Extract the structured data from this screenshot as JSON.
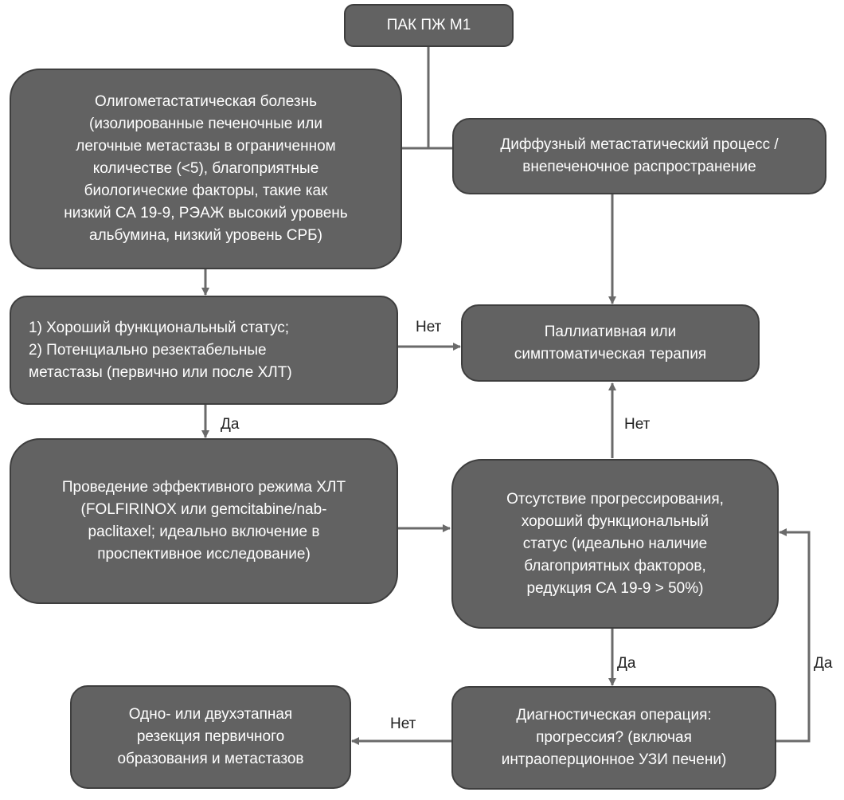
{
  "nodes": {
    "top": "ПАК ПЖ М1",
    "oligo": "Олигометастатическая болезнь\n(изолированные печеночные или\nлегочные метастазы в ограниченном\nколичестве (<5), благоприятные\nбиологические факторы, такие как\nнизкий СА 19-9, РЭАЖ высокий уровень\nальбумина, низкий уровень СРБ)",
    "diffuse": "Диффузный метастатический процесс /\nвнепеченочное распространение",
    "criteria": "1)          Хороший функциональный статус;\n2)          Потенциально резектабельные\nметастазы (первично или после ХЛТ)",
    "palliative": "Паллиативная или\nсимптоматическая терапия",
    "chemo": "Проведение эффективного режима ХЛТ\n(FOLFIRINOX или gemcitabine/nab-\npaclitaxel; идеально включение в\nпроспективное исследование)",
    "noprog": "Отсутствие прогрессирования,\nхороший функциональный\nстатус (идеально наличие\nблагоприятных факторов,\nредукция СА 19-9 > 50%)",
    "resection": "Одно- или двухэтапная\nрезекция первичного\nобразования и метастазов",
    "diag": "Диагностическая операция:\nпрогрессия? (включая\nинтраоперционное УЗИ печени)"
  },
  "labels": {
    "no_criteria": "Нет",
    "yes_criteria": "Да",
    "no_noprog": "Нет",
    "yes_noprog": "Да",
    "yes_loop": "Да",
    "no_diag": "Нет"
  },
  "colors": {
    "box_fill": "#626262",
    "box_border": "#3e3e3e",
    "arrow": "#6a6a6a",
    "text": "#ffffff"
  }
}
